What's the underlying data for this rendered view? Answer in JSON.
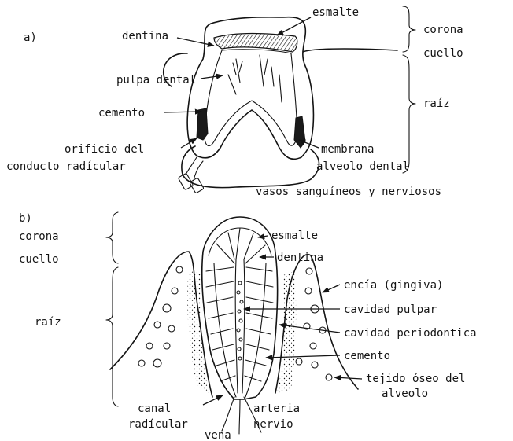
{
  "panel_a": {
    "tag": "a)",
    "labels": {
      "esmalte": "esmalte",
      "dentina": "dentina",
      "pulpa": "pulpa dental",
      "cemento": "cemento",
      "orificio_1": "orificio del",
      "orificio_2": "conducto radícular",
      "membrana_1": "membrana",
      "membrana_2": "alveolo dental",
      "vasos": "vasos sanguíneos y nerviosos",
      "corona": "corona",
      "cuello": "cuello",
      "raiz": "raíz"
    }
  },
  "panel_b": {
    "tag": "b)",
    "labels": {
      "corona": "corona",
      "cuello": "cuello",
      "raiz": "raíz",
      "esmalte": "esmalte",
      "dentina": "dentina",
      "encia": "encía (gingiva)",
      "cavidad_pulpar": "cavidad pulpar",
      "cavidad_periodontica": "cavidad periodontica",
      "cemento": "cemento",
      "tejido_1": "tejido óseo del",
      "tejido_2": "alveolo",
      "canal_1": "canal",
      "canal_2": "radícular",
      "arteria": "arteria",
      "nervio": "nervio",
      "vena": "vena"
    }
  }
}
